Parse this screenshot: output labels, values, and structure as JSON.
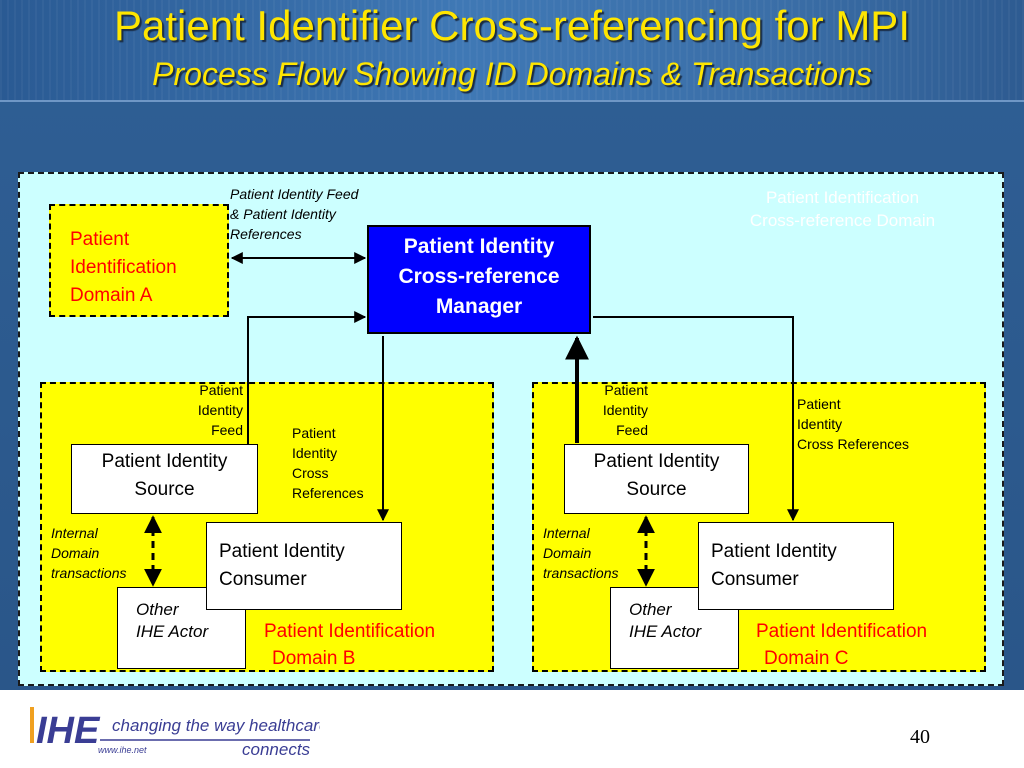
{
  "title": "Patient Identifier Cross-referencing for MPI",
  "subtitle": "Process Flow Showing ID Domains & Transactions",
  "xref_domain_label": [
    "Patient Identification",
    "Cross-reference Domain"
  ],
  "domain_a_label": [
    "Patient",
    "Identification",
    "Domain A"
  ],
  "manager_label": [
    "Patient Identity",
    "Cross-reference",
    "Manager"
  ],
  "feed_refs_label": [
    "Patient Identity Feed",
    "& Patient Identity",
    "References"
  ],
  "domain_b": {
    "feed_label": [
      "Patient",
      "Identity",
      "Feed"
    ],
    "xref_label": [
      "Patient",
      "Identity",
      "Cross",
      "References"
    ],
    "source_label": [
      "Patient Identity",
      "Source"
    ],
    "consumer_label": [
      "Patient Identity",
      "Consumer"
    ],
    "other_label": [
      "Other",
      "IHE Actor"
    ],
    "internal_label": [
      "Internal",
      "Domain",
      "transactions"
    ],
    "domain_label": [
      "Patient Identification",
      "Domain B"
    ]
  },
  "domain_c": {
    "feed_label": [
      "Patient",
      "Identity",
      "Feed"
    ],
    "xref_label": [
      "Patient",
      "Identity",
      "Cross References"
    ],
    "source_label": [
      "Patient Identity",
      "Source"
    ],
    "consumer_label": [
      "Patient Identity",
      "Consumer"
    ],
    "other_label": [
      "Other",
      "IHE Actor"
    ],
    "internal_label": [
      "Internal",
      "Domain",
      "transactions"
    ],
    "domain_label": [
      "Patient Identification",
      "Domain C"
    ]
  },
  "footer": {
    "logo_text": "IHE",
    "tagline": "changing the way healthcare",
    "tagline2": "connects",
    "url": "www.ihe.net",
    "page_number": "40"
  },
  "colors": {
    "title": "#ffe600",
    "manager_fill": "#0000ff",
    "domain_fill": "#ffff00",
    "xref_fill": "#ccffff",
    "domain_text": "#ff0000"
  }
}
